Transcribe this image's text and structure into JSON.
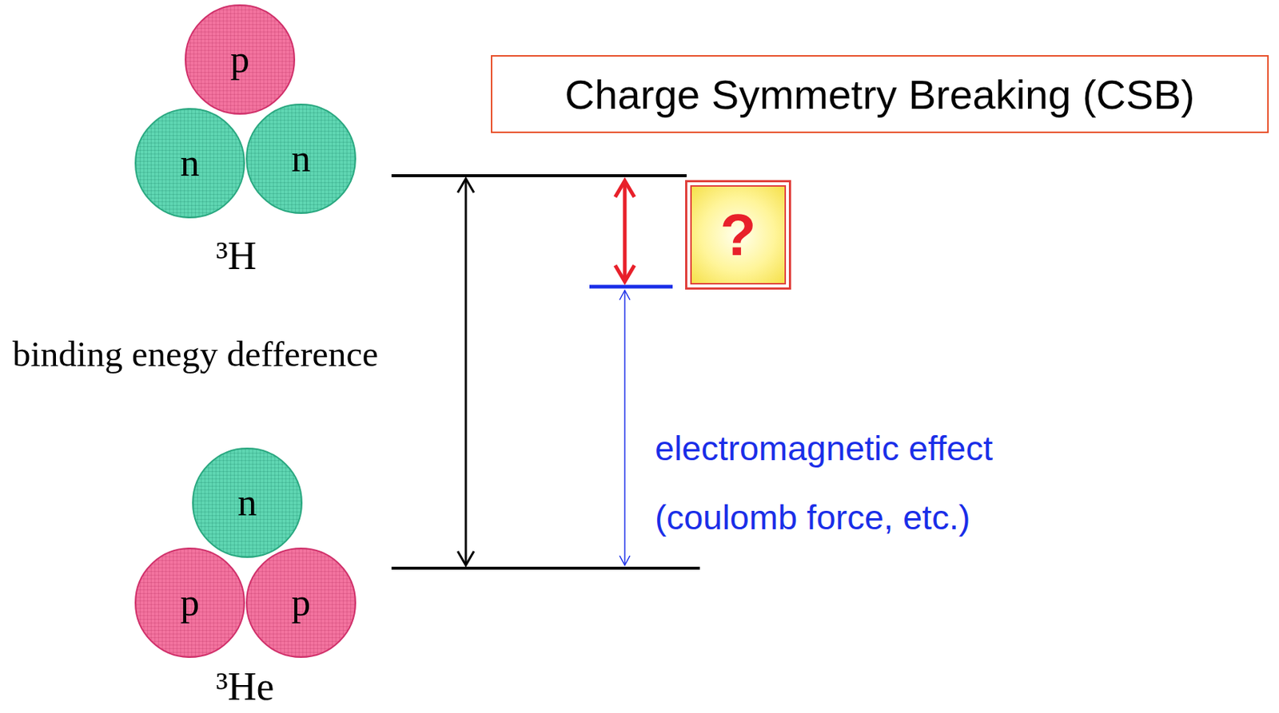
{
  "diagram": {
    "title": "Charge Symmetry Breaking (CSB)",
    "nodes": [
      {
        "text": [
          "p"
        ]
      },
      {
        "text": [
          "n"
        ]
      },
      {
        "text": [
          "n"
        ]
      },
      {
        "text": [
          "n"
        ]
      },
      {
        "text": [
          "p"
        ]
      },
      {
        "text": [
          "p"
        ]
      },
      {
        "text": [
          "?"
        ]
      }
    ],
    "labels": [
      "³H",
      "³He",
      "binding enegy defference",
      "electromagnetic effect",
      "(coulomb force, etc.)"
    ]
  }
}
